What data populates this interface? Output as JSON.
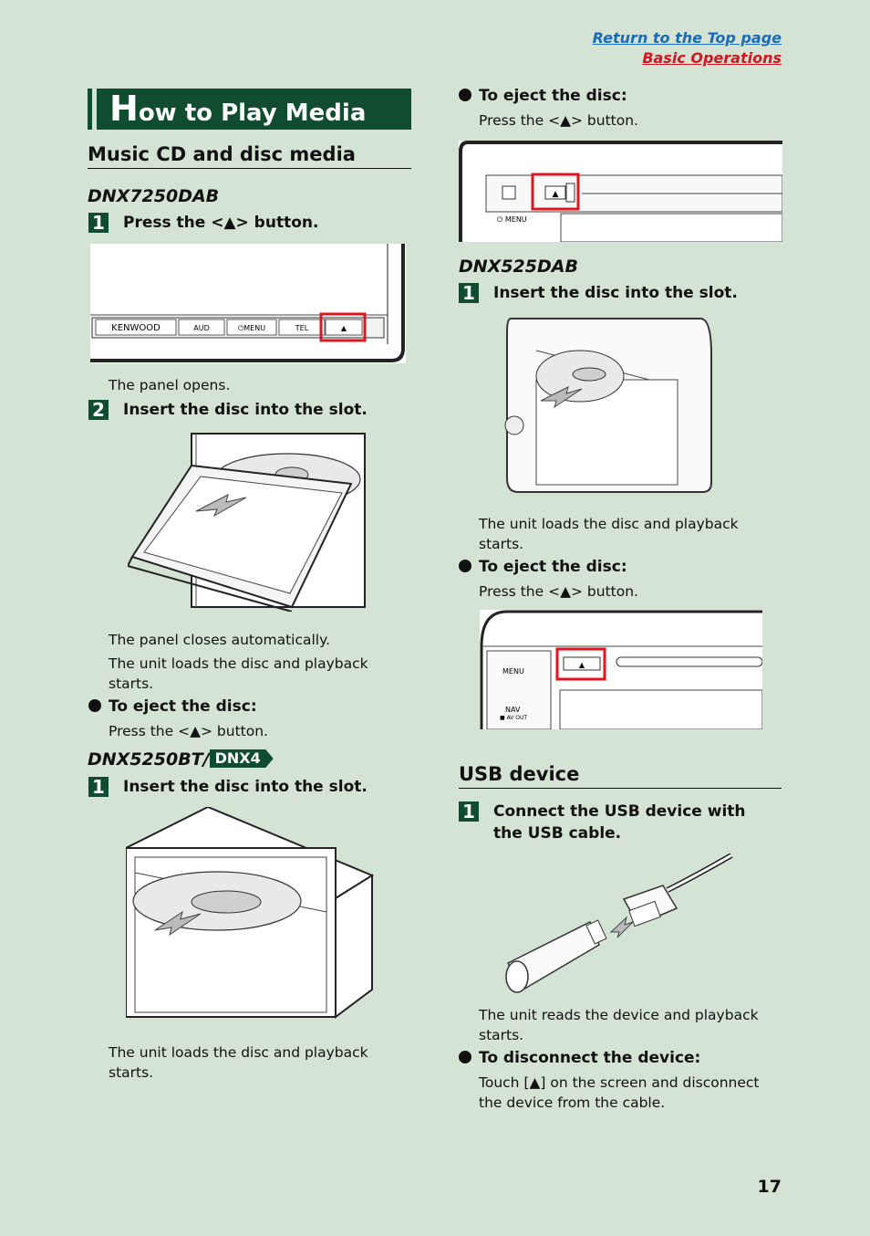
{
  "nav": {
    "top_link": "Return to the Top page",
    "section_link": "Basic Operations"
  },
  "title": {
    "first_letter": "H",
    "rest": "ow to Play Media"
  },
  "section_music": "Music CD and disc media",
  "dnx7250": {
    "model": "DNX7250DAB",
    "step1_num": "1",
    "step1": "Press the <▲> button.",
    "panel_opens": "The panel opens.",
    "step2_num": "2",
    "step2": "Insert the disc into the slot.",
    "closes": "The panel closes automatically.",
    "loads": "The unit loads the disc and playback starts.",
    "eject_head": "To eject the disc:",
    "eject_text": "Press the <▲> button.",
    "panel_labels": [
      "KENWOOD",
      "AUD",
      "⏻MENU",
      "TEL",
      "▲"
    ]
  },
  "dnx5250": {
    "model": "DNX5250BT/",
    "badge": "DNX4",
    "step1_num": "1",
    "step1": "Insert the disc into the slot.",
    "loads": "The unit loads the disc and playback starts."
  },
  "right_top": {
    "eject_head": "To eject the disc:",
    "eject_text": "Press the <▲> button.",
    "menu_label": "⏻ MENU"
  },
  "dnx525": {
    "model": "DNX525DAB",
    "step1_num": "1",
    "step1": "Insert the disc into the slot.",
    "loads": "The unit loads the disc and playback starts.",
    "eject_head": "To eject the disc:",
    "eject_text": "Press the <▲> button.",
    "btn_menu": "MENU",
    "btn_nav": "NAV",
    "btn_avout": "■ AV OUT"
  },
  "usb": {
    "section": "USB device",
    "step1_num": "1",
    "step1": "Connect the USB device with the USB cable.",
    "reads": "The unit reads the device and playback starts.",
    "disconnect_head": "To disconnect the device:",
    "disconnect_text": "Touch [▲] on the screen and disconnect the device from the cable."
  },
  "page_number": "17",
  "colors": {
    "background": "#d5e3d5",
    "accent": "#104d30",
    "highlight": "#e0161e",
    "link_blue": "#1a6bb8"
  }
}
